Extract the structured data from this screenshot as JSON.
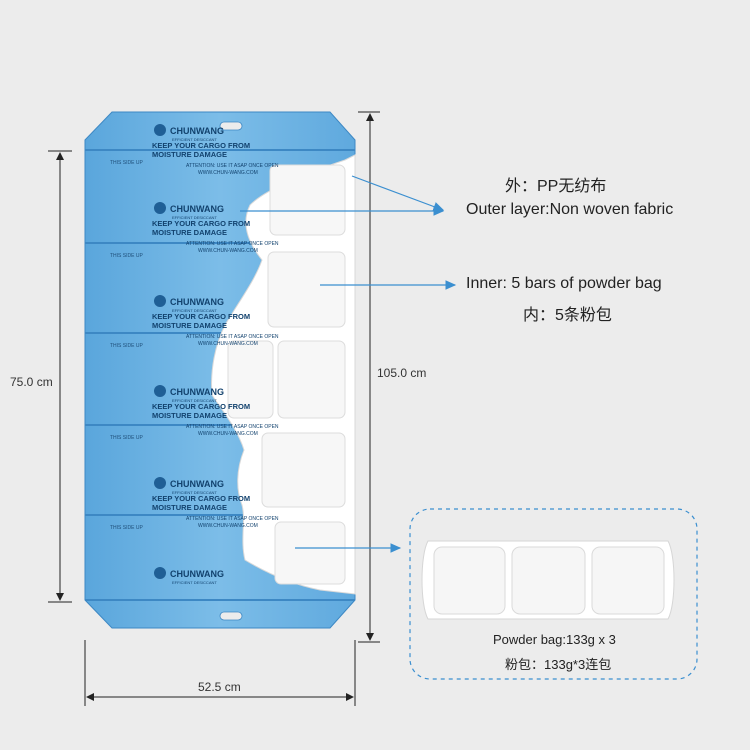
{
  "dimensions": {
    "height_small": "75.0 cm",
    "height_total": "105.0 cm",
    "width": "52.5 cm"
  },
  "callouts": {
    "outer_cn": "外：PP无纺布",
    "outer_en": "Outer layer:Non woven fabric",
    "inner_en": "Inner: 5 bars of powder bag",
    "inner_cn": "内：5条粉包"
  },
  "detail": {
    "caption_en": "Powder bag:133g x 3",
    "caption_cn": "粉包：133g*3连包"
  },
  "bag": {
    "brand": "CHUNWANG",
    "brand_sub": "EFFICIENT DESICCANT",
    "slogan_line1": "KEEP YOUR CARGO FROM",
    "slogan_line2": "MOISTURE DAMAGE",
    "notice": "ATTENTION: USE IT ASAP ONCE OPEN",
    "website": "WWW.CHUN-WANG.COM",
    "side_tag": "THIS SIDE UP",
    "pouch_count": 5
  },
  "colors": {
    "bag_blue": "#6fb4e3",
    "bag_blue_dark": "#3d88c4",
    "arrow_blue": "#3b8fd0",
    "powder_white": "#ffffff"
  }
}
